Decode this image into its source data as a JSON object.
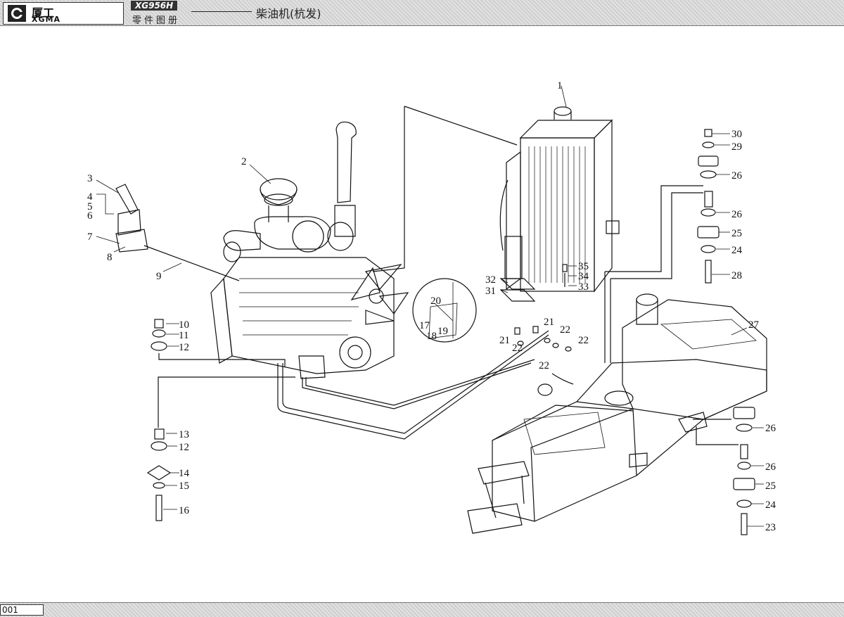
{
  "header": {
    "logo_cn": "厦工",
    "logo_en": "XGMA",
    "model": "XG956H",
    "catalog_label": "零件图册",
    "section_title": "柴油机(杭发)"
  },
  "footer": {
    "page_number": "001"
  },
  "callouts": [
    {
      "id": "c1",
      "label": "1"
    },
    {
      "id": "c2",
      "label": "2"
    },
    {
      "id": "c3",
      "label": "3"
    },
    {
      "id": "c4",
      "label": "4"
    },
    {
      "id": "c5",
      "label": "5"
    },
    {
      "id": "c6",
      "label": "6"
    },
    {
      "id": "c7",
      "label": "7"
    },
    {
      "id": "c8",
      "label": "8"
    },
    {
      "id": "c9",
      "label": "9"
    },
    {
      "id": "c10",
      "label": "10"
    },
    {
      "id": "c11",
      "label": "11"
    },
    {
      "id": "c12a",
      "label": "12"
    },
    {
      "id": "c13",
      "label": "13"
    },
    {
      "id": "c12b",
      "label": "12"
    },
    {
      "id": "c14",
      "label": "14"
    },
    {
      "id": "c15",
      "label": "15"
    },
    {
      "id": "c16",
      "label": "16"
    },
    {
      "id": "c17",
      "label": "17"
    },
    {
      "id": "c18",
      "label": "18"
    },
    {
      "id": "c19",
      "label": "19"
    },
    {
      "id": "c20",
      "label": "20"
    },
    {
      "id": "c21a",
      "label": "21"
    },
    {
      "id": "c21b",
      "label": "21"
    },
    {
      "id": "c22a",
      "label": "22"
    },
    {
      "id": "c22b",
      "label": "22"
    },
    {
      "id": "c22c",
      "label": "22"
    },
    {
      "id": "c22d",
      "label": "22"
    },
    {
      "id": "c23",
      "label": "23"
    },
    {
      "id": "c24a",
      "label": "24"
    },
    {
      "id": "c25a",
      "label": "25"
    },
    {
      "id": "c26a",
      "label": "26"
    },
    {
      "id": "c26b",
      "label": "26"
    },
    {
      "id": "c24b",
      "label": "24"
    },
    {
      "id": "c25b",
      "label": "25"
    },
    {
      "id": "c26c",
      "label": "26"
    },
    {
      "id": "c26d",
      "label": "26"
    },
    {
      "id": "c27",
      "label": "27"
    },
    {
      "id": "c28",
      "label": "28"
    },
    {
      "id": "c29",
      "label": "29"
    },
    {
      "id": "c30",
      "label": "30"
    },
    {
      "id": "c31",
      "label": "31"
    },
    {
      "id": "c32",
      "label": "32"
    },
    {
      "id": "c33",
      "label": "33"
    },
    {
      "id": "c34",
      "label": "34"
    },
    {
      "id": "c35",
      "label": "35"
    }
  ]
}
